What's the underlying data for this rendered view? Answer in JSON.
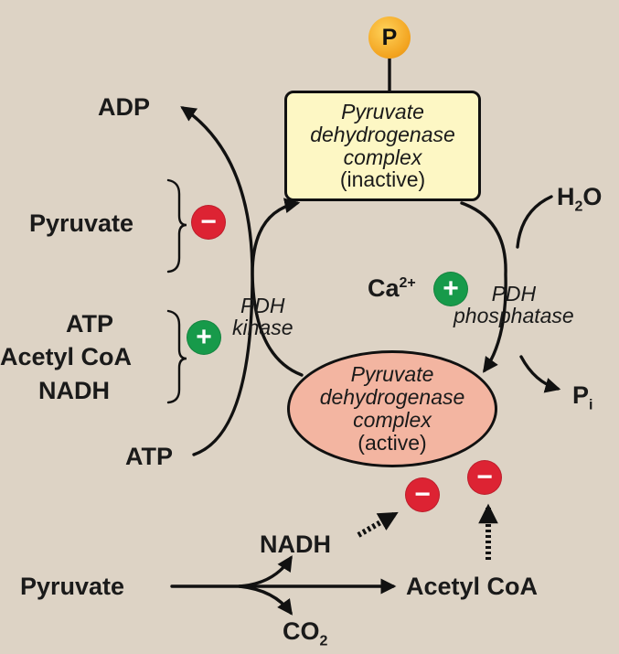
{
  "phosphate_symbol": "P",
  "inactive_complex": {
    "line1": "Pyruvate",
    "line2": "dehydrogenase",
    "line3": "complex",
    "line4": "(inactive)"
  },
  "active_complex": {
    "line1": "Pyruvate",
    "line2": "dehydrogenase",
    "line3": "complex",
    "line4": "(active)"
  },
  "kinase": {
    "line1": "PDH",
    "line2": "kinase"
  },
  "phosphatase": {
    "line1": "PDH",
    "line2": "phosphatase"
  },
  "labels": {
    "adp": "ADP",
    "pyruvate_inhibitor": "Pyruvate",
    "atp_activator": "ATP",
    "acetyl_coa_activator": "Acetyl CoA",
    "nadh_activator": "NADH",
    "atp_input": "ATP",
    "water": "H",
    "water_sub": "2",
    "water_tail": "O",
    "calcium": "Ca",
    "calcium_sup": "2+",
    "pi": "P",
    "pi_sub": "i",
    "nadh_product": "NADH",
    "pyruvate_substrate": "Pyruvate",
    "acetyl_coa_product": "Acetyl CoA",
    "co2": "CO",
    "co2_sub": "2"
  },
  "signs": {
    "minus": "−",
    "plus": "+"
  },
  "colors": {
    "background": "#ddd3c5",
    "inactive_fill": "#fdf7c4",
    "active_fill": "#f3b5a1",
    "inhibit": "#dd2333",
    "activate": "#179a4a",
    "phosphate": "#f2a21e"
  }
}
